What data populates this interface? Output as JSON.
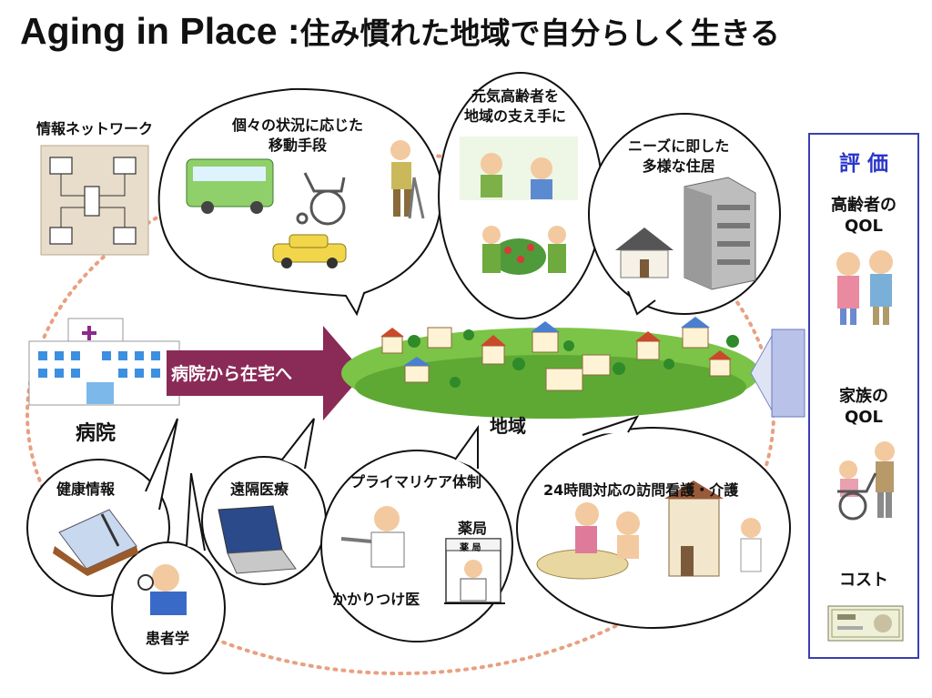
{
  "title": {
    "main": "Aging in Place :",
    "sub": "住み慣れた地域で自分らしく生きる"
  },
  "labels": {
    "network": "情報ネットワーク",
    "mobility": "個々の状況に応じた\n移動手段",
    "elders": "元気高齢者を\n地域の支え手に",
    "housing": "ニーズに即した\n多様な住居",
    "hospital": "病院",
    "arrow_text": "病院から在宅へ",
    "community": "地域",
    "health_info": "健康情報",
    "telemedicine": "遠隔医療",
    "patient_study": "患者学",
    "primary_care": "プライマリケア体制",
    "pharmacy": "薬局",
    "pharmacy_sign": "薬 局",
    "family_doctor": "かかりつけ医",
    "home_care": "24時間対応の訪問看護・介護"
  },
  "evaluation": {
    "title": "評 価",
    "items": [
      {
        "label": "高齢者の\nQOL",
        "icon": "elderly-couple-icon"
      },
      {
        "label": "家族の\nQOL",
        "icon": "wheelchair-family-icon"
      },
      {
        "label": "コスト",
        "icon": "banknote-icon"
      }
    ]
  },
  "colors": {
    "arrow": "#8a2a57",
    "dotted_ring": "#e9a080",
    "panel_border": "#3a3fb0",
    "panel_title": "#2a36c8",
    "hospital_blue": "#3d8fe0",
    "green": "#6cbf3c"
  }
}
